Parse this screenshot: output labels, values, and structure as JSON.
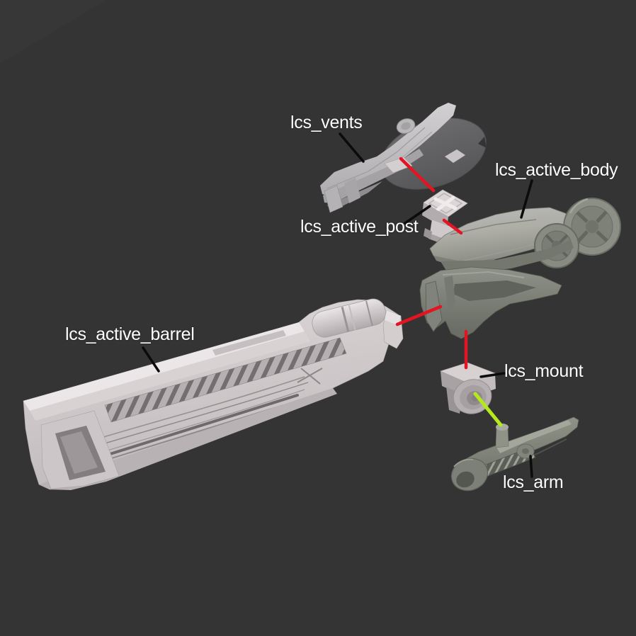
{
  "colors": {
    "background": "#343435",
    "label_text": "#fdfdfd",
    "leader_line": "#0b0b0b",
    "connector_red": "#e41522",
    "connector_green": "#b5e91c"
  },
  "labels": {
    "vents": "lcs_vents",
    "active_body": "lcs_active_body",
    "active_post": "lcs_active_post",
    "active_barrel": "lcs_active_barrel",
    "mount": "lcs_mount",
    "arm": "lcs_arm"
  }
}
